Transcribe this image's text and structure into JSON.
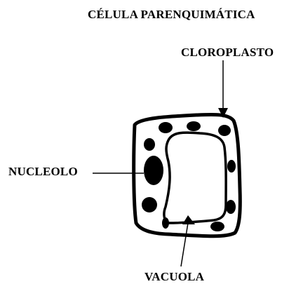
{
  "title": "CÉLULA PARENQUIMÁTICA",
  "labels": {
    "cloroplasto": "CLOROPLASTO",
    "nucleolo": "NUCLEOLO",
    "vacuola": "VACUOLA"
  }
}
